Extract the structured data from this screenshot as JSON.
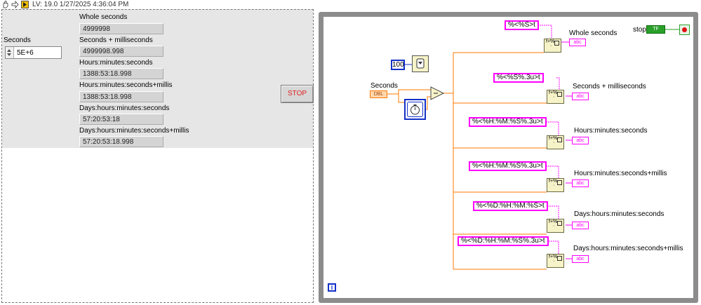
{
  "toolbar": {
    "title": "LV: 19.0 1/27/2025 4:36:04 PM",
    "icons": [
      "hand-pointer-icon",
      "arrow-right-icon",
      "run-vi-icon"
    ]
  },
  "front_panel": {
    "seconds_label": "Seconds",
    "seconds_value": "5E+6",
    "indicators": [
      {
        "label": "Whole seconds",
        "value": "4999998"
      },
      {
        "label": "Seconds + milliseconds",
        "value": "4999998.998"
      },
      {
        "label": "Hours:minutes:seconds",
        "value": "1388:53:18.998"
      },
      {
        "label": "Hours:minutes:seconds+millis",
        "value": "1388:53:18.998"
      },
      {
        "label": "Days:hours:minutes:seconds",
        "value": "57:20:53:18"
      },
      {
        "label": "Days:hours:minutes:seconds+millis",
        "value": "57:20:53:18.998"
      }
    ],
    "stop_label": "STOP"
  },
  "block_diagram": {
    "seconds_label": "Seconds",
    "dbl_tag": "DBL",
    "wait_constant": "100",
    "stop_label": "stop",
    "tf_tag": "TF",
    "info_glyph": "i",
    "abc_tag": "abc",
    "format_strings": [
      "%<%S>t",
      "%<%S%.3u>t",
      "%<%H:%M:%S%.3u>t",
      "%<%H:%M:%S%.3u>t",
      "%<%D:%H:%M:%S>t",
      "%<%D:%H:%M:%S%.3u>t"
    ],
    "output_labels": [
      "Whole seconds",
      "Seconds + milliseconds",
      "Hours:minutes:seconds",
      "Hours:minutes:seconds+millis",
      "Days:hours:minutes:seconds",
      "Days:hours:minutes:seconds+millis"
    ]
  },
  "colors": {
    "string_wire": "#ff00ff",
    "numeric_wire": "#ff7a00",
    "int_wire": "#1230c8",
    "bool_wire": "#2aa02a",
    "stop_text": "#e02020"
  }
}
